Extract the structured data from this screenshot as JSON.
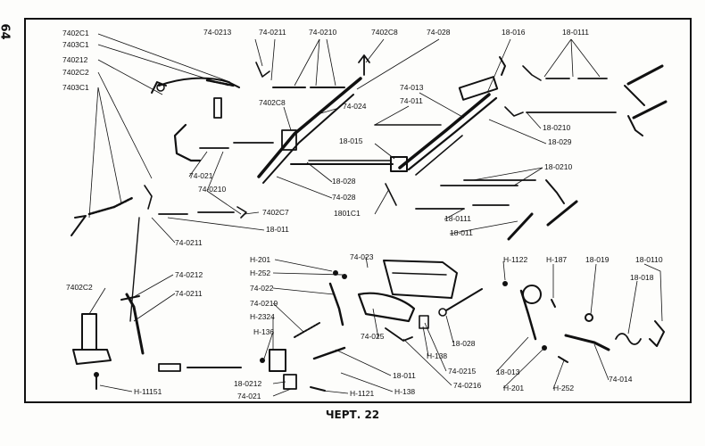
{
  "page_number": "64",
  "caption": "ЧЕРТ. 22",
  "parts": {
    "p1": "7402C1",
    "p2": "7403C1",
    "p3": "740212",
    "p4": "7402C2",
    "p5": "7403C1",
    "p6": "74-0213",
    "p7": "74-0211",
    "p8": "74-0210",
    "p9": "7402C8",
    "p10": "74-028",
    "p11": "18-016",
    "p12": "18-0111",
    "p13": "74-013",
    "p14": "74-011",
    "p15": "7402C8",
    "p16": "74-024",
    "p17": "18-0210",
    "p18": "18-029",
    "p19": "18-015",
    "p20": "74-021",
    "p21": "74-0210",
    "p22": "18-028",
    "p23": "74-028",
    "p24": "18-0210",
    "p25": "1801C1",
    "p26": "18-0111",
    "p27": "18-011",
    "p28": "7402C7",
    "p29": "18-011",
    "p30": "74-0211",
    "p31": "H-201",
    "p32": "H-252",
    "p33": "74-023",
    "p34": "H-1122",
    "p35": "H-187",
    "p36": "18-019",
    "p37": "18-0110",
    "p38": "18-018",
    "p39": "7402C2",
    "p40": "74-0212",
    "p41": "74-0211",
    "p42": "74-022",
    "p43": "74-0219",
    "p44": "H-2324",
    "p45": "H-136",
    "p46": "74-025",
    "p47": "18-028",
    "p48": "H-138",
    "p49": "74-0215",
    "p50": "74-0216",
    "p51": "18-013",
    "p52": "H-201",
    "p53": "H-252",
    "p54": "74-014",
    "p55": "18-011",
    "p56": "H-1121",
    "p57": "H-138",
    "p58": "18-0212",
    "p59": "74-021",
    "p60": "H-11151"
  }
}
